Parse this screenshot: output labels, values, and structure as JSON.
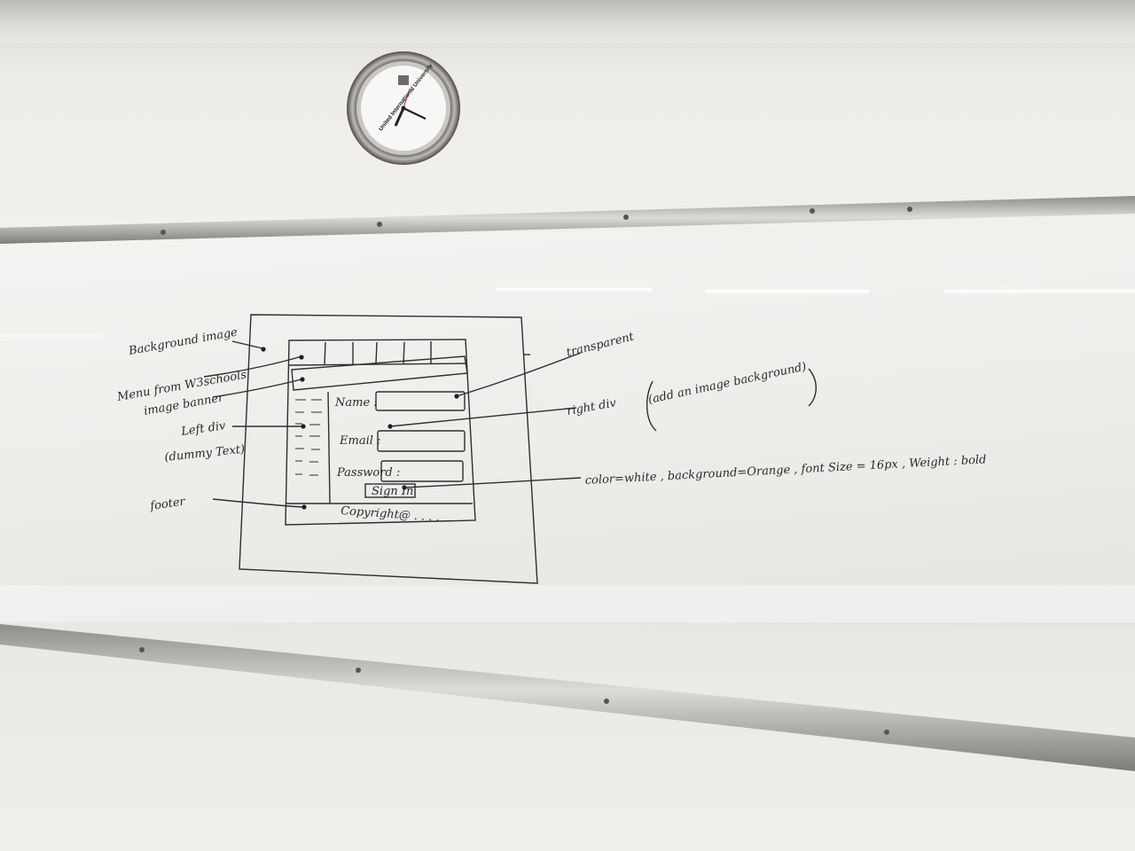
{
  "clock": {
    "brand_text": "United International University"
  },
  "sketch": {
    "labels": {
      "background_image": "Background image",
      "menu": "Menu from W3schools",
      "image_banner": "image banner",
      "left_div": "Left div",
      "left_div_note": "(dummy Text)",
      "footer": "footer",
      "transparent": "transparent",
      "right_div": "right div",
      "right_div_note": "(add an image background)",
      "button_style": "color=white , background=Orange , font Size = 16px , Weight : bold"
    },
    "form": {
      "name_label": "Name :",
      "email_label": "Email :",
      "password_label": "Password :",
      "signin_label": "Sign In",
      "copyright": "Copyright@ . . . ."
    }
  },
  "colors": {
    "marker": "#2a2a2a",
    "wall": "#ecebe6",
    "rail": "#b9b8b2"
  }
}
